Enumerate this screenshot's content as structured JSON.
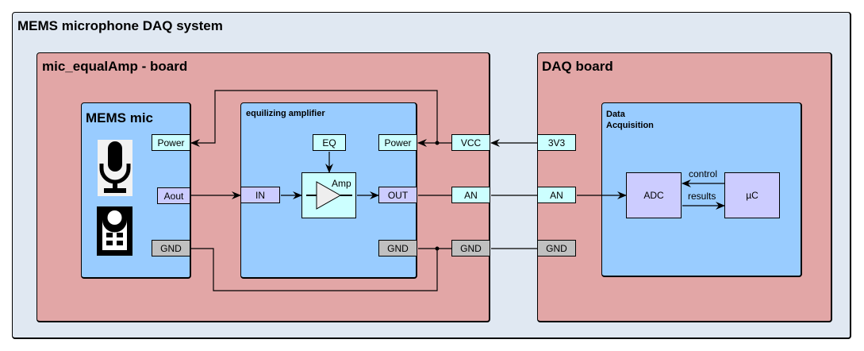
{
  "system": {
    "title": "MEMS microphone DAQ system"
  },
  "boards": {
    "mic_board": {
      "title": "mic_equalAmp - board"
    },
    "daq_board": {
      "title": "DAQ board"
    }
  },
  "mems_mic": {
    "title": "MEMS mic",
    "icons": [
      "microphone-icon",
      "mems-sensor-icon"
    ],
    "ports": {
      "power": "Power",
      "aout": "Aout",
      "gnd": "GND"
    }
  },
  "amplifier": {
    "title": "equilizing amplifier",
    "ports": {
      "in": "IN",
      "power": "Power",
      "out": "OUT",
      "gnd": "GND"
    },
    "eq": "EQ",
    "amp": "Amp"
  },
  "mic_board_connector": {
    "vcc": "VCC",
    "an": "AN",
    "gnd": "GND"
  },
  "daq_board_connector": {
    "v3v3": "3V3",
    "an": "AN",
    "gnd": "GND"
  },
  "data_acquisition": {
    "title_line1": "Data",
    "title_line2": "Acquisition",
    "adc": "ADC",
    "uc": "µC",
    "control_label": "control",
    "results_label": "results"
  },
  "colors": {
    "system_bg": "#e0e8f2",
    "board_bg": "#e2a6a6",
    "module_bg": "#99ccff",
    "port_cyan": "#ccffff",
    "port_lavender": "#ccccff",
    "port_gray": "#c0c0c0"
  }
}
